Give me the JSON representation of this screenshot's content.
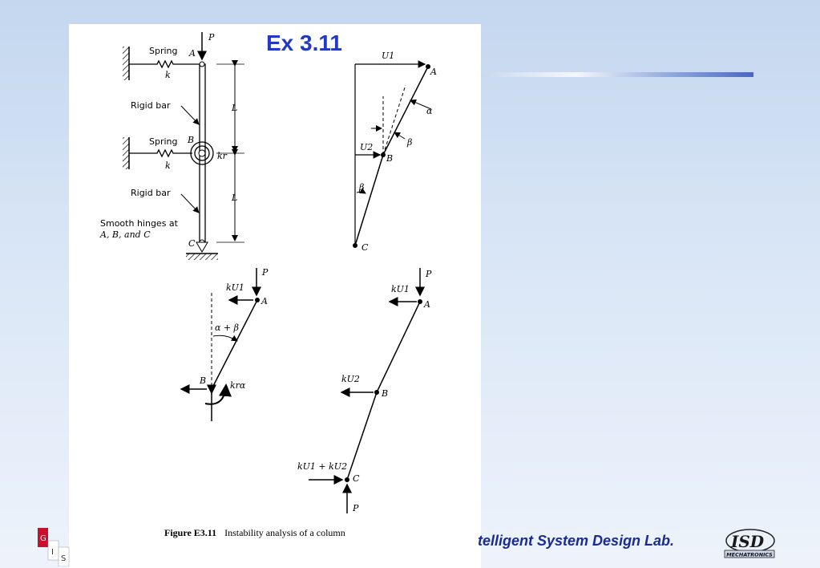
{
  "slide": {
    "title": "Ex 3.11",
    "caption_label": "Figure E3.11",
    "caption_text": "Instability analysis of a column",
    "lab_name": "telligent System Design Lab.",
    "logo_left_letters": [
      "G",
      "I",
      "S"
    ],
    "logo_right_text": "MECHATRONICS",
    "logo_right_monogram": "ISD",
    "colors": {
      "title": "#2338c4",
      "lab_name": "#1a2d8f",
      "logo_red": "#c8102e"
    }
  },
  "diagram": {
    "column": {
      "load": "P",
      "spring_top": "Spring",
      "k_top": "k",
      "spring_mid": "Spring",
      "k_mid": "k",
      "kr": "kr",
      "rigid_bar_1": "Rigid bar",
      "rigid_bar_2": "Rigid bar",
      "hinges_1": "Smooth hinges at",
      "hinges_2": "A, B, and C",
      "node_a": "A",
      "node_b": "B",
      "node_c": "C",
      "length_1": "L",
      "length_2": "L"
    },
    "displaced": {
      "u1": "U1",
      "u2": "U2",
      "alpha": "α",
      "beta_1": "β",
      "beta_2": "β",
      "node_a": "A",
      "node_b": "B",
      "node_c": "C"
    },
    "fbd_upper": {
      "load": "P",
      "force": "kU1",
      "angle": "α + β",
      "moment": "krα",
      "node_a": "A",
      "node_b": "B"
    },
    "fbd_whole": {
      "load_top": "P",
      "force_top": "kU1",
      "force_mid": "kU2",
      "force_bottom": "kU1 + kU2",
      "load_bottom": "P",
      "node_a": "A",
      "node_b": "B",
      "node_c": "C"
    }
  }
}
